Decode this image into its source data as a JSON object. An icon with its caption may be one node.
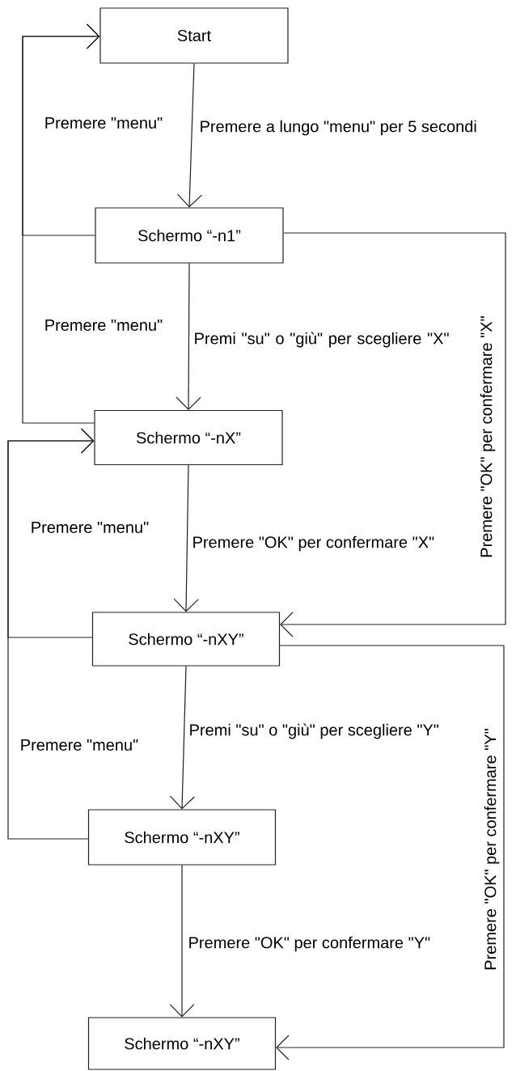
{
  "diagram": {
    "nodes": [
      {
        "text": [
          "Start"
        ]
      },
      {
        "text": [
          "Schermo “-n1”"
        ]
      },
      {
        "text": [
          "Schermo “-nX”"
        ]
      },
      {
        "text": [
          "Schermo “-nXY”"
        ]
      },
      {
        "text": [
          "Schermo “-nXY”"
        ]
      },
      {
        "text": [
          "Schermo “-nXY”"
        ]
      }
    ],
    "edges": [
      {
        "from": 0,
        "to": 1,
        "arrow": "to",
        "label": "Premere a lungo \"menu\" per 5 secondi"
      },
      {
        "from": 1,
        "to": 0,
        "arrow": "to",
        "label": "Premere \"menu\""
      },
      {
        "from": 2,
        "to": 0,
        "arrow": "to",
        "label": "Premere \"menu\""
      },
      {
        "from": 1,
        "to": 2,
        "arrow": "to",
        "label": "Premi \"su\" o \"giù\" per scegliere \"X\""
      },
      {
        "from": 2,
        "to": 3,
        "arrow": "to",
        "label": "Premere \"OK\" per confermare \"X\""
      },
      {
        "from": 1,
        "to": 3,
        "arrow": "to",
        "label": "Premere \"OK\" per confermare \"X\""
      },
      {
        "from": 3,
        "to": 2,
        "arrow": "to",
        "label": "Premere \"menu\""
      },
      {
        "from": 4,
        "to": 2,
        "arrow": "to",
        "label": "Premere \"menu\""
      },
      {
        "from": 3,
        "to": 4,
        "arrow": "to",
        "label": "Premi \"su\" o \"giù\" per scegliere \"Y\""
      },
      {
        "from": 4,
        "to": 5,
        "arrow": "to",
        "label": "Premere \"OK\" per confermare \"Y\""
      },
      {
        "from": 3,
        "to": 5,
        "arrow": "to",
        "label": "Premere \"OK\" per confermare \"Y\""
      }
    ]
  }
}
